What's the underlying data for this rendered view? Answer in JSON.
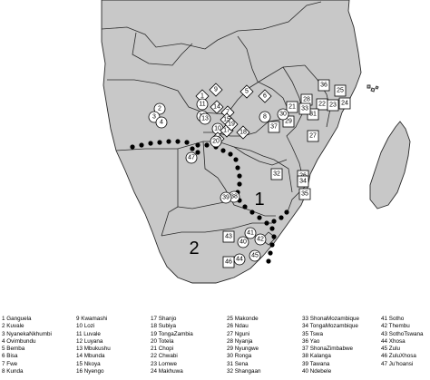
{
  "zones": [
    "1",
    "2"
  ],
  "markers": [
    {
      "n": "1",
      "shape": "diamond"
    },
    {
      "n": "2",
      "shape": "circle"
    },
    {
      "n": "3",
      "shape": "circle"
    },
    {
      "n": "4",
      "shape": "circle"
    },
    {
      "n": "5",
      "shape": "diamond"
    },
    {
      "n": "6",
      "shape": "diamond"
    },
    {
      "n": "7",
      "shape": "diamond"
    },
    {
      "n": "8",
      "shape": "circle"
    },
    {
      "n": "9",
      "shape": "diamond"
    },
    {
      "n": "10",
      "shape": "circle"
    },
    {
      "n": "11",
      "shape": "circle"
    },
    {
      "n": "12",
      "shape": "circle"
    },
    {
      "n": "13",
      "shape": "circle"
    },
    {
      "n": "14",
      "shape": "diamond"
    },
    {
      "n": "15",
      "shape": "diamond"
    },
    {
      "n": "16",
      "shape": "diamond"
    },
    {
      "n": "17",
      "shape": "diamond"
    },
    {
      "n": "18",
      "shape": "diamond"
    },
    {
      "n": "19",
      "shape": "diamond"
    },
    {
      "n": "20",
      "shape": "circle"
    },
    {
      "n": "21",
      "shape": "square"
    },
    {
      "n": "22",
      "shape": "square"
    },
    {
      "n": "23",
      "shape": "square"
    },
    {
      "n": "24",
      "shape": "square"
    },
    {
      "n": "25",
      "shape": "square"
    },
    {
      "n": "26",
      "shape": "square"
    },
    {
      "n": "27",
      "shape": "square"
    },
    {
      "n": "28",
      "shape": "square"
    },
    {
      "n": "29",
      "shape": "square"
    },
    {
      "n": "30",
      "shape": "circle"
    },
    {
      "n": "31",
      "shape": "square"
    },
    {
      "n": "32",
      "shape": "square"
    },
    {
      "n": "33",
      "shape": "square"
    },
    {
      "n": "34",
      "shape": "square"
    },
    {
      "n": "35",
      "shape": "square"
    },
    {
      "n": "36",
      "shape": "square"
    },
    {
      "n": "37",
      "shape": "square"
    },
    {
      "n": "38",
      "shape": "circle"
    },
    {
      "n": "39",
      "shape": "circle"
    },
    {
      "n": "40",
      "shape": "circle"
    },
    {
      "n": "41",
      "shape": "circle"
    },
    {
      "n": "42",
      "shape": "circle"
    },
    {
      "n": "43",
      "shape": "square"
    },
    {
      "n": "44",
      "shape": "circle"
    },
    {
      "n": "45",
      "shape": "circle"
    },
    {
      "n": "46",
      "shape": "square"
    },
    {
      "n": "47",
      "shape": "circle"
    }
  ],
  "legend": [
    [
      "1 Ganguela",
      "2 Kuvale",
      "3 NyanekaNkhumbi",
      "4 Ovimbundu",
      "5 Bemba",
      "6 Bisa",
      "7 Fwe",
      "8 Kunda"
    ],
    [
      "9 Kwamashi",
      "10 Lozi",
      "11 Luvale",
      "12 Luyana",
      "13 Mbukushu",
      "14 Mbunda",
      "15 Nkoya",
      "16 Nyengo"
    ],
    [
      "17 Shanjo",
      "18 Subiya",
      "19 TongaZambia",
      "20 Totela",
      "21 Chopi",
      "22 Chwabi",
      "23 Lomwe",
      "24 Makhuwa"
    ],
    [
      "25 Makonde",
      "26 Ndau",
      "27 Nguni",
      "28 Nyanja",
      "29 Nyungwe",
      "30 Ronga",
      "31 Sena",
      "32 Shangaan"
    ],
    [
      "33 ShonaMozambique",
      "34 TongaMozambique",
      "35 Tswa",
      "36 Yao",
      "37 ShonaZimbabwe",
      "38 Kalanga",
      "39 Tawana",
      "40 Ndebele"
    ],
    [
      "41 Sotho",
      "42 Thembu",
      "43 SothoTswana",
      "44 Xhosa",
      "45 Zulu",
      "46 ZuluXhosa",
      "47 Ju’hoansi"
    ]
  ]
}
